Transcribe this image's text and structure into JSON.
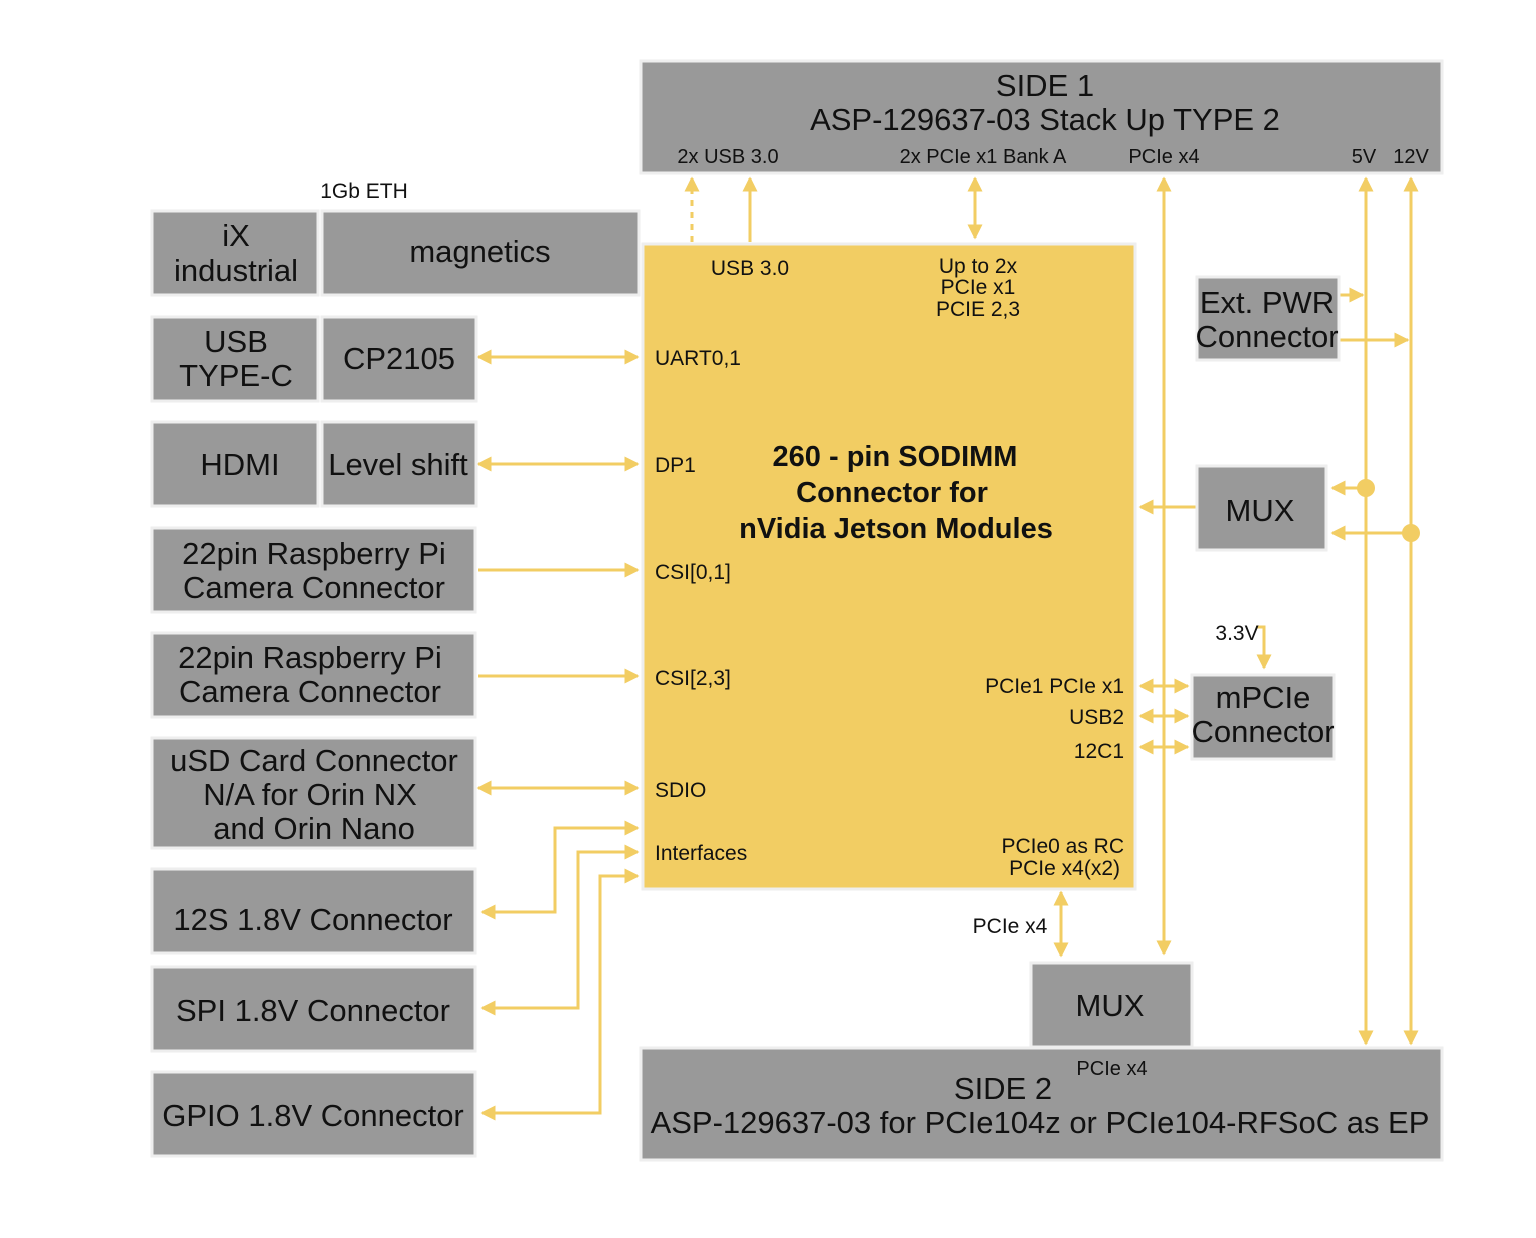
{
  "side1": {
    "title": "SIDE 1",
    "subtitle": "ASP-129637-03 Stack Up TYPE 2",
    "ports": {
      "usb30": "2x USB 3.0",
      "pcie_x1_bank_a": "2x PCIe x1 Bank A",
      "pcie_x4": "PCIe x4",
      "v5": "5V",
      "v12": "12V"
    }
  },
  "side2": {
    "title": "SIDE 2",
    "subtitle": "ASP-129637-03 for PCIe104z or PCIe104-RFSoC as EP",
    "port": "PCIe x4"
  },
  "core": {
    "title_lines": [
      "260 - pin SODIMM",
      "Connector for",
      "nVidia Jetson Modules"
    ],
    "usb30": "USB 3.0",
    "pcie_top_lines": [
      "Up to 2x",
      "PCIe x1",
      "PCIE 2,3"
    ],
    "uart": "UART0,1",
    "dp1": "DP1",
    "csi01": "CSI[0,1]",
    "csi23": "CSI[2,3]",
    "sdio": "SDIO",
    "interfaces": "Interfaces",
    "pcie1": "PCIe1 PCIe x1",
    "usb2": "USB2",
    "i2c1": "12C1",
    "pcie0_lines": [
      "PCIe0 as RC",
      "PCIe x4(x2)"
    ]
  },
  "eth_label": "1Gb ETH",
  "left_blocks": {
    "ix_lines": [
      "iX",
      "industrial"
    ],
    "magnetics": "magnetics",
    "usbc_lines": [
      "USB",
      "TYPE-C"
    ],
    "cp2105": "CP2105",
    "hdmi": "HDMI",
    "level_shift": "Level shift",
    "cam1_lines": [
      "22pin Raspberry Pi",
      "Camera Connector"
    ],
    "cam2_lines": [
      "22pin Raspberry Pi",
      "Camera Connector"
    ],
    "usd_lines": [
      "uSD Card Connector",
      "N/A for Orin NX",
      "and Orin Nano"
    ],
    "i2s": "12S 1.8V Connector",
    "spi": "SPI 1.8V Connector",
    "gpio": "GPIO 1.8V Connector"
  },
  "right_blocks": {
    "ext_pwr_lines": [
      "Ext. PWR",
      "Connector"
    ],
    "mux_right": "MUX",
    "v33": "3.3V",
    "mpcie_lines": [
      "mPCIe",
      "Connector"
    ],
    "mux_bottom": "MUX",
    "pcie_x4_mid": "PCIe x4"
  },
  "colors": {
    "block_gray": "#999999",
    "core_yellow": "#f2cd63",
    "wire_yellow": "#f2cd63"
  }
}
